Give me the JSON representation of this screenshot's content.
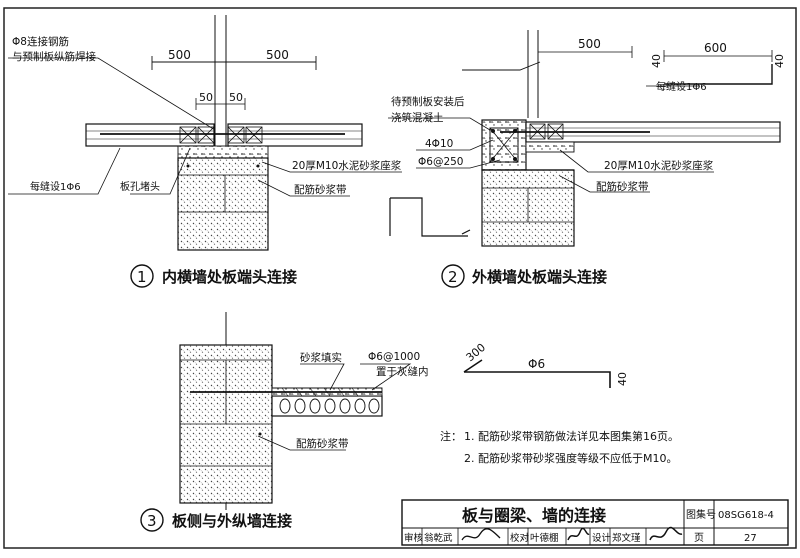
{
  "detail1": {
    "number": "1",
    "title": "内横墙处板端头连接",
    "dim_left": "500",
    "dim_right": "500",
    "dim_gap_left": "50",
    "dim_gap_right": "50",
    "note_rebar_line1": "Φ8连接钢筋",
    "note_rebar_line2": "与预制板纵筋焊接",
    "note_joint": "每缝设1Φ6",
    "note_plug": "板孔堵头",
    "note_mortar_bed": "20厚M10水泥砂浆座浆",
    "note_mortar_band": "配筋砂浆带"
  },
  "detail2": {
    "number": "2",
    "title": "外横墙处板端头连接",
    "dim_top": "500",
    "dim_right": "600",
    "dim_h1": "40",
    "dim_h2": "40",
    "note_joint": "每缝设1Φ6",
    "note_pour_line1": "待预制板安装后",
    "note_pour_line2": "浇筑混凝土",
    "note_bars": "4Φ10",
    "note_stirrup": "Φ6@250",
    "note_mortar_bed": "20厚M10水泥砂浆座浆",
    "note_mortar_band": "配筋砂浆带"
  },
  "detail3": {
    "number": "3",
    "title": "板侧与外纵墙连接",
    "note_fill": "砂浆填实",
    "note_rebar": "Φ6@1000",
    "note_place": "置于灰缝内",
    "note_mortar_band": "配筋砂浆带"
  },
  "bar_detail": {
    "dim_hook": "300",
    "label": "Φ6",
    "dim_end": "40"
  },
  "notes": {
    "prefix": "注：",
    "item1": "1. 配筋砂浆带钢筋做法详见本图集第16页。",
    "item2": "2. 配筋砂浆带砂浆强度等级不应低于M10。"
  },
  "title_block": {
    "title": "板与圈梁、墙的连接",
    "atlas_label": "图集号",
    "atlas_no": "08SG618-4",
    "review_label": "审核",
    "reviewer": "翁乾武",
    "check_label": "校对",
    "checker": "叶德棚",
    "design_label": "设计",
    "designer": "郑文瑾",
    "page_label": "页",
    "page_no": "27"
  }
}
